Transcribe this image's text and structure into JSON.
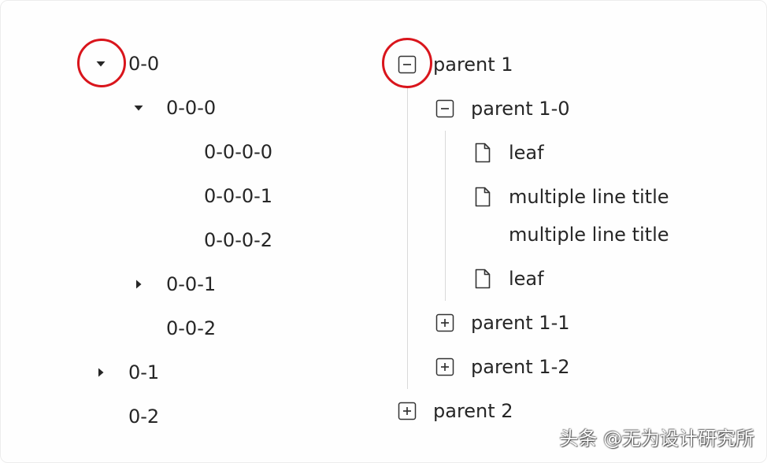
{
  "left_tree": [
    {
      "label": "0-0",
      "switcher_icon": "caret-down-icon",
      "expanded": true,
      "children": [
        {
          "label": "0-0-0",
          "switcher_icon": "caret-down-icon",
          "expanded": true,
          "children": [
            {
              "label": "0-0-0-0"
            },
            {
              "label": "0-0-0-1"
            },
            {
              "label": "0-0-0-2"
            }
          ]
        },
        {
          "label": "0-0-1",
          "switcher_icon": "caret-right-icon",
          "expanded": false
        },
        {
          "label": "0-0-2"
        }
      ]
    },
    {
      "label": "0-1",
      "switcher_icon": "caret-right-icon",
      "expanded": false
    },
    {
      "label": "0-2"
    }
  ],
  "right_tree": [
    {
      "label": "parent 1",
      "switcher_icon": "minus-square-icon",
      "expanded": true,
      "children": [
        {
          "label": "parent 1-0",
          "switcher_icon": "minus-square-icon",
          "expanded": true,
          "children": [
            {
              "label": "leaf",
              "icon": "file-icon"
            },
            {
              "label": "multiple line title multiple line title",
              "icon": "file-icon"
            },
            {
              "label": "leaf",
              "icon": "file-icon"
            }
          ]
        },
        {
          "label": "parent 1-1",
          "switcher_icon": "plus-square-icon",
          "expanded": false
        },
        {
          "label": "parent 1-2",
          "switcher_icon": "plus-square-icon",
          "expanded": false
        }
      ]
    },
    {
      "label": "parent 2",
      "switcher_icon": "plus-square-icon",
      "expanded": false
    }
  ],
  "watermark": {
    "text": "头条 @无为设计研究所"
  },
  "colors": {
    "text": "#262626",
    "icon": "#333333",
    "indent_line": "#d9d9d9",
    "highlight": "#d9151c",
    "watermark_text": "#ffffff"
  }
}
